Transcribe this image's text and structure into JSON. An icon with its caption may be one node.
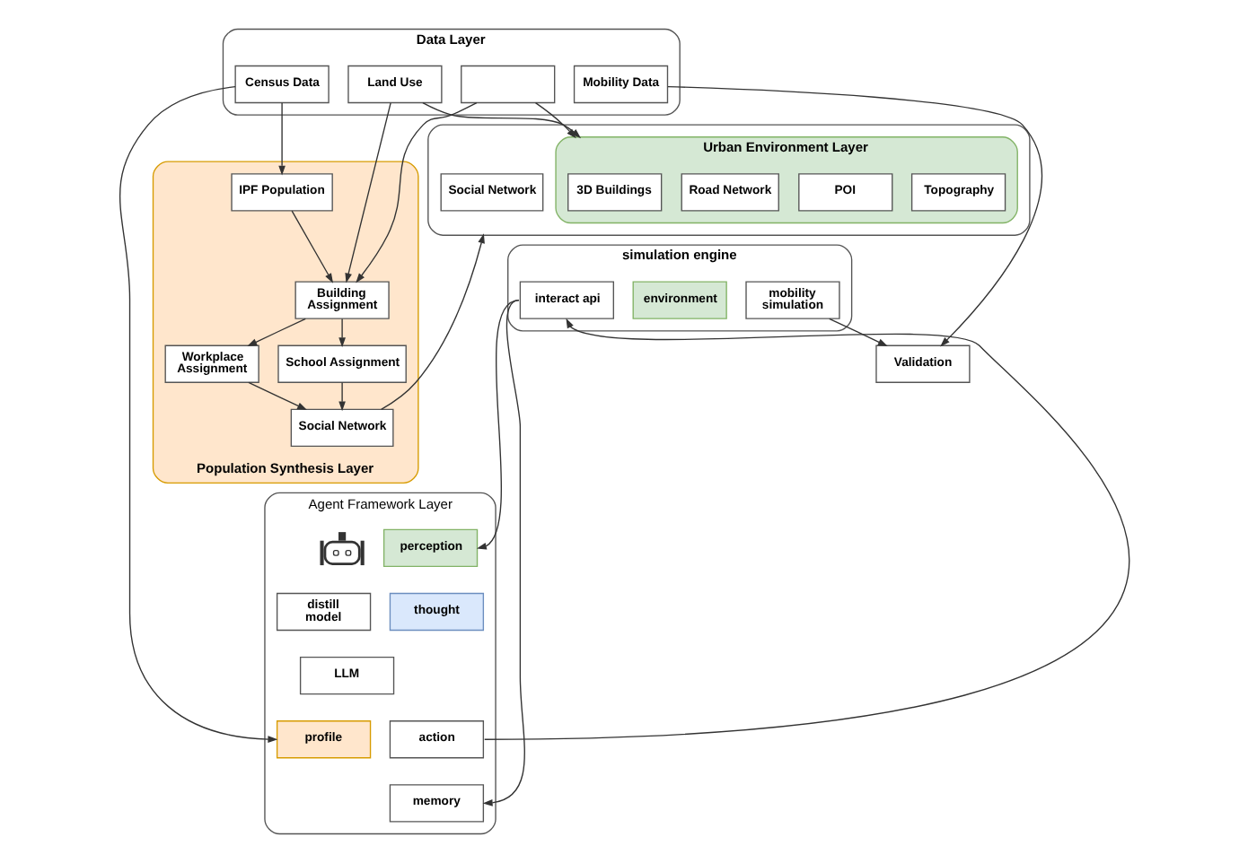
{
  "diagram": {
    "nodes": [
      {
        "text": [
          "Data Layer"
        ]
      },
      {
        "text": [
          "Census Data"
        ],
        "in": 0
      },
      {
        "text": [
          "Land Use"
        ],
        "in": 0
      },
      {
        "text": [],
        "shape": "box",
        "in": 0
      },
      {
        "text": [
          "Mobility Data"
        ],
        "in": 0
      },
      {
        "text": [
          "Population Synthesis Layer"
        ]
      },
      {
        "text": [
          "IPF Population"
        ],
        "in": 5
      },
      {
        "text": [
          "Building Assignment"
        ],
        "in": 5
      },
      {
        "text": [
          "Workplace Assignment"
        ],
        "in": 5
      },
      {
        "text": [
          "School Assignment"
        ],
        "in": 5
      },
      {
        "text": [
          "Social Network"
        ],
        "in": 5
      },
      {
        "text": [],
        "shape": "box"
      },
      {
        "text": [
          "Social Network"
        ],
        "in": 11
      },
      {
        "text": [
          "Urban Environment Layer"
        ],
        "in": 11
      },
      {
        "text": [
          "3D Buildings"
        ],
        "in": 13
      },
      {
        "text": [
          "POI"
        ],
        "in": 13
      },
      {
        "text": [
          "Road Network"
        ],
        "in": 13
      },
      {
        "text": [
          "Topography"
        ],
        "in": 13
      },
      {
        "text": [
          "simulation engine"
        ]
      },
      {
        "text": [
          "interact api"
        ],
        "in": 18
      },
      {
        "text": [
          "environment"
        ],
        "in": 18
      },
      {
        "text": [
          "mobility simulation"
        ],
        "in": 18
      },
      {
        "text": [
          "Agent Framework Layer"
        ]
      },
      {
        "text": [],
        "shape": "picture",
        "in": 22
      },
      {
        "text": [
          "perception"
        ],
        "in": 22
      },
      {
        "text": [
          "distill model"
        ],
        "in": 22
      },
      {
        "text": [
          "LLM"
        ],
        "in": 22
      },
      {
        "text": [
          "thought"
        ],
        "in": 22
      },
      {
        "text": [
          "profile"
        ],
        "in": 22
      },
      {
        "text": [
          "action"
        ],
        "in": 22
      },
      {
        "text": [
          "memory"
        ],
        "in": 22
      },
      {
        "text": [
          "Validation"
        ]
      }
    ],
    "edges": [
      {
        "from": 1,
        "to": 6,
        "arrow": "to"
      },
      {
        "from": 1,
        "to": 28,
        "arrow": "to"
      },
      {
        "from": 2,
        "to": 7,
        "arrow": "to"
      },
      {
        "from": 2,
        "to": 13,
        "arrow": "to"
      },
      {
        "from": 3,
        "to": 7,
        "arrow": "to"
      },
      {
        "from": 3,
        "to": 13,
        "arrow": "to"
      },
      {
        "from": 4,
        "to": 31,
        "arrow": "to"
      },
      {
        "from": 6,
        "to": 7,
        "arrow": "to"
      },
      {
        "from": 7,
        "to": 8,
        "arrow": "to"
      },
      {
        "from": 7,
        "to": 9,
        "arrow": "to"
      },
      {
        "from": 8,
        "to": 10,
        "arrow": "to"
      },
      {
        "from": 9,
        "to": 10,
        "arrow": "to"
      },
      {
        "from": 10,
        "to": 11,
        "arrow": "to"
      },
      {
        "from": 19,
        "to": 24,
        "arrow": "to"
      },
      {
        "from": 29,
        "to": 19,
        "arrow": "to"
      },
      {
        "from": 19,
        "to": 30,
        "arrow": "to"
      },
      {
        "from": 21,
        "to": 31,
        "arrow": "to"
      }
    ]
  }
}
